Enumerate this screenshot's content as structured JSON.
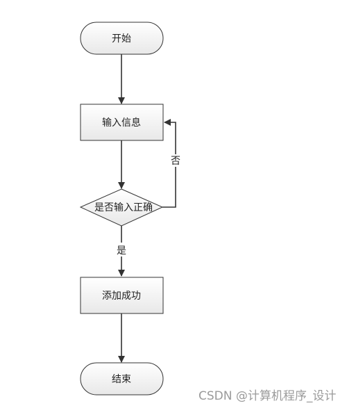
{
  "flowchart": {
    "nodes": {
      "start": "开始",
      "input": "输入信息",
      "decision": "是否输入正确",
      "success": "添加成功",
      "end": "结束"
    },
    "edges": {
      "yes": "是",
      "no": "否"
    }
  },
  "watermark": "CSDN @计算机程序_设计",
  "colors": {
    "node_fill_top": "#ffffff",
    "node_fill_bottom": "#e6e6e6",
    "stroke": "#333333"
  }
}
